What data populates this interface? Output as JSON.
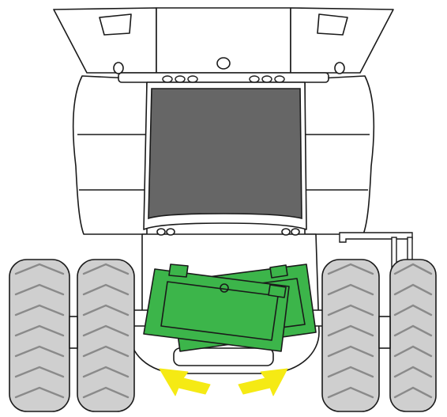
{
  "figure": {
    "subject": "combine-harvester-rear-view",
    "highlighted_parts": [
      "green-panel-left",
      "green-panel-right"
    ],
    "arrows": 2
  },
  "colors": {
    "outline": "#1a1a1a",
    "window": "#666666",
    "panel": "#3cb54a",
    "panel_outline": "#1a1a1a",
    "arrow": "#f5ea14",
    "tire": "#cfcfcf",
    "tread": "#8a8a8a"
  }
}
